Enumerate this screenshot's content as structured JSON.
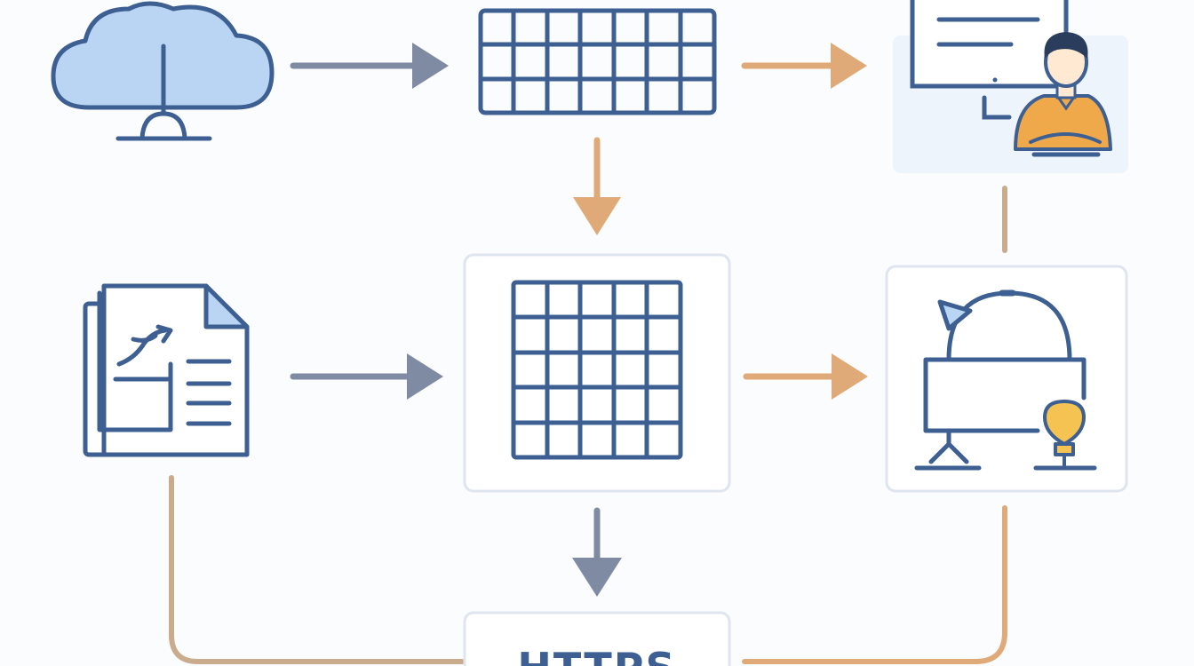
{
  "diagram": {
    "nodes": [
      {
        "id": "cloud",
        "icon": "cloud-network-icon"
      },
      {
        "id": "grid-top",
        "icon": "grid-table-icon"
      },
      {
        "id": "monitor-user",
        "icon": "monitor-user-icon"
      },
      {
        "id": "document",
        "icon": "document-chart-icon"
      },
      {
        "id": "grid-center",
        "icon": "grid-table-icon"
      },
      {
        "id": "presentation",
        "icon": "presentation-board-icon"
      },
      {
        "id": "bottom-box",
        "icon": "text-box-icon"
      }
    ],
    "edges": [
      {
        "from": "cloud",
        "to": "grid-top"
      },
      {
        "from": "grid-top",
        "to": "monitor-user"
      },
      {
        "from": "grid-top",
        "to": "grid-center"
      },
      {
        "from": "document",
        "to": "grid-center"
      },
      {
        "from": "grid-center",
        "to": "presentation"
      },
      {
        "from": "monitor-user",
        "to": "presentation"
      },
      {
        "from": "grid-center",
        "to": "bottom-box"
      },
      {
        "from": "document",
        "to": "bottom-box"
      },
      {
        "from": "presentation",
        "to": "bottom-box"
      }
    ],
    "bottom_label": "HTTPS"
  },
  "colors": {
    "stroke_blue": "#3d5f91",
    "light_blue": "#b9d5f3",
    "arrow_gray": "#7f8ba3",
    "arrow_orange": "#e0aa78",
    "line_tan": "#c9ac8e",
    "box_border": "#dfe5ee",
    "panel_fill": "#eef4fb",
    "shirt_orange": "#f0a94a",
    "hair_dark": "#2b3d5c",
    "bulb_yellow": "#f5c351"
  }
}
